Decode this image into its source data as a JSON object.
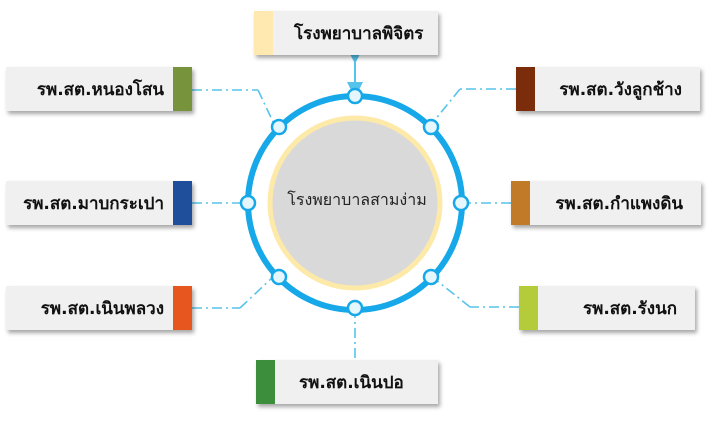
{
  "center": {
    "label": "โรงพยาบาลสามง่าม"
  },
  "nodes": {
    "top": {
      "label": "โรงพยาบาลพิจิตร",
      "accent": "#ffe9b0"
    },
    "left_top": {
      "label": "รพ.สต.หนองโสน",
      "accent": "#77933c"
    },
    "left_middle": {
      "label": "รพ.สต.มาบกระเปา",
      "accent": "#1f4e9a"
    },
    "left_bottom": {
      "label": "รพ.สต.เนินพลวง",
      "accent": "#e8561f"
    },
    "right_top": {
      "label": "รพ.สต.วังลูกช้าง",
      "accent": "#7b2c0a"
    },
    "right_middle": {
      "label": "รพ.สต.กำแพงดิน",
      "accent": "#c07a28"
    },
    "right_bottom": {
      "label": "รพ.สต.รังนก",
      "accent": "#b5cc3a"
    },
    "bottom": {
      "label": "รพ.สต.เนินปอ",
      "accent": "#3c8d3c"
    }
  },
  "colors": {
    "ring": "#16a8e8",
    "connector": "#56c3ea",
    "inner_circle": "#d9d9d9",
    "inner_border": "#fde9a8"
  }
}
